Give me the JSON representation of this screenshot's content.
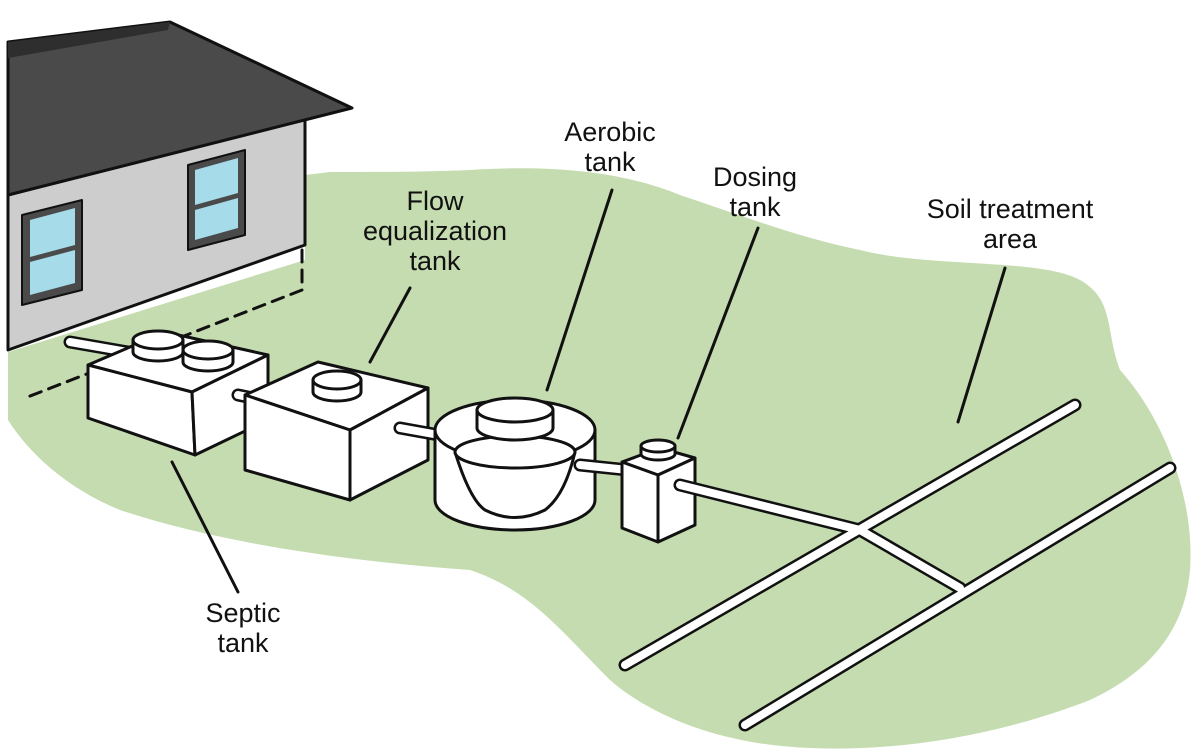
{
  "labels": {
    "septic": [
      "Septic",
      "tank"
    ],
    "flow": [
      "Flow",
      "equalization",
      "tank"
    ],
    "aerobic": [
      "Aerobic",
      "tank"
    ],
    "dosing": [
      "Dosing",
      "tank"
    ],
    "soil": [
      "Soil treatment",
      "area"
    ]
  },
  "colors": {
    "lawn": "#c5dcb0",
    "outline": "#111111",
    "house_wall": "#cdcdcd",
    "roof": "#4a4a4a",
    "window_glass": "#a6dbe9",
    "tank": "#ffffff"
  }
}
